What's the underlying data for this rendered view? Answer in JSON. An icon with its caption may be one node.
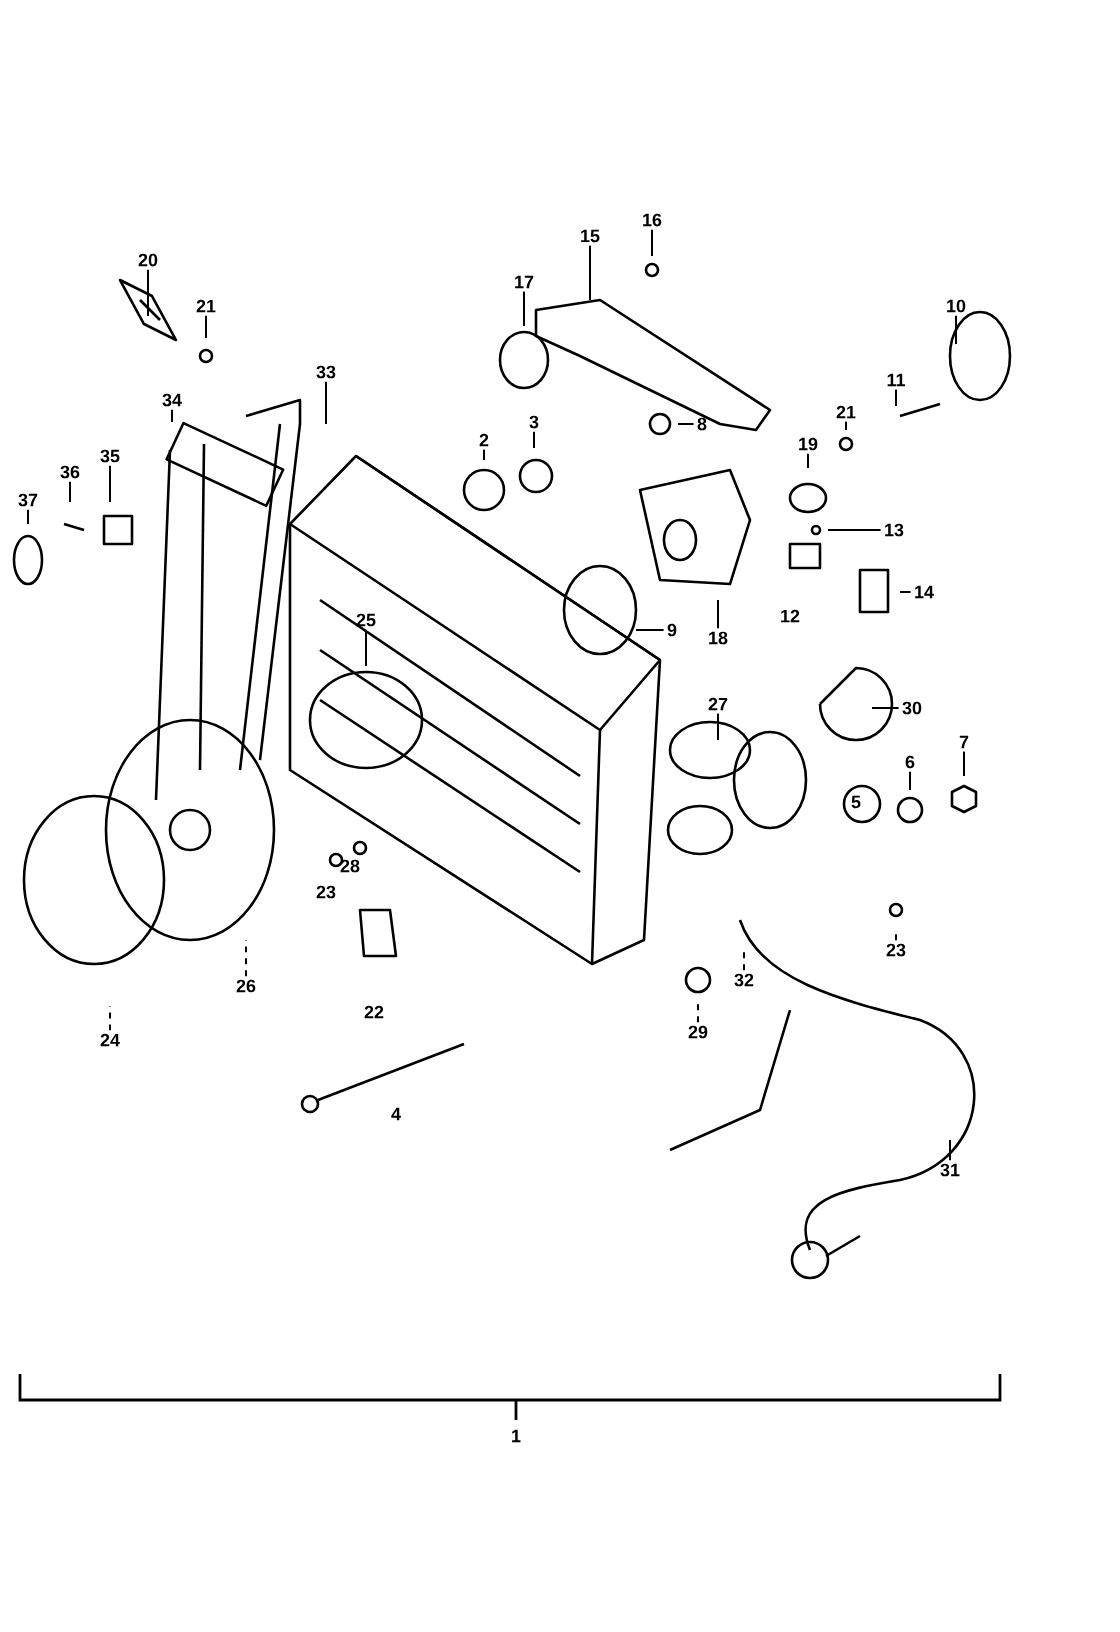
{
  "diagram": {
    "nodes": [
      {
        "text": [
          "20"
        ]
      },
      {
        "text": [
          "21"
        ]
      },
      {
        "text": [
          "33"
        ]
      },
      {
        "text": [
          "34"
        ]
      },
      {
        "text": [
          "35"
        ]
      },
      {
        "text": [
          "36"
        ]
      },
      {
        "text": [
          "37"
        ]
      },
      {
        "text": [
          "17"
        ]
      },
      {
        "text": [
          "15"
        ]
      },
      {
        "text": [
          "16"
        ]
      },
      {
        "text": [
          "10"
        ]
      },
      {
        "text": [
          "11"
        ]
      },
      {
        "text": [
          "21"
        ]
      },
      {
        "text": [
          "19"
        ]
      },
      {
        "text": [
          "2"
        ]
      },
      {
        "text": [
          "3"
        ]
      },
      {
        "text": [
          "8"
        ]
      },
      {
        "text": [
          "13"
        ]
      },
      {
        "text": [
          "14"
        ]
      },
      {
        "text": [
          "9"
        ]
      },
      {
        "text": [
          "18"
        ]
      },
      {
        "text": [
          "25"
        ]
      },
      {
        "text": [
          "30"
        ]
      },
      {
        "text": [
          "27"
        ]
      },
      {
        "text": [
          "6"
        ]
      },
      {
        "text": [
          "7"
        ]
      },
      {
        "text": [
          "26"
        ]
      },
      {
        "text": [
          "24"
        ]
      },
      {
        "text": [
          "23"
        ]
      },
      {
        "text": [
          "32"
        ]
      },
      {
        "text": [
          "29"
        ]
      },
      {
        "text": [
          "31"
        ]
      }
    ],
    "edges": [
      {
        "from": 0,
        "to": null,
        "arrow": "none"
      },
      {
        "from": 1,
        "to": null,
        "arrow": "none"
      },
      {
        "from": 2,
        "to": null,
        "arrow": "none"
      },
      {
        "from": 3,
        "to": null,
        "arrow": "none"
      },
      {
        "from": 4,
        "to": null,
        "arrow": "none"
      },
      {
        "from": 5,
        "to": null,
        "arrow": "none"
      },
      {
        "from": 6,
        "to": null,
        "arrow": "none"
      },
      {
        "from": 7,
        "to": null,
        "arrow": "none"
      },
      {
        "from": 8,
        "to": null,
        "arrow": "none"
      },
      {
        "from": 9,
        "to": null,
        "arrow": "none"
      },
      {
        "from": 10,
        "to": null,
        "arrow": "none"
      },
      {
        "from": 11,
        "to": null,
        "arrow": "none"
      },
      {
        "from": 12,
        "to": null,
        "arrow": "none"
      },
      {
        "from": 13,
        "to": null,
        "arrow": "none"
      },
      {
        "from": 14,
        "to": null,
        "arrow": "none"
      },
      {
        "from": 15,
        "to": null,
        "arrow": "none"
      },
      {
        "from": 16,
        "to": null,
        "arrow": "none"
      },
      {
        "from": 17,
        "to": null,
        "arrow": "none"
      },
      {
        "from": 18,
        "to": null,
        "arrow": "none"
      },
      {
        "from": 19,
        "to": null,
        "arrow": "none"
      },
      {
        "from": 20,
        "to": null,
        "arrow": "none"
      },
      {
        "from": 21,
        "to": null,
        "arrow": "none"
      },
      {
        "from": 22,
        "to": null,
        "arrow": "none"
      },
      {
        "from": 23,
        "to": null,
        "arrow": "none"
      },
      {
        "from": 24,
        "to": null,
        "arrow": "none"
      },
      {
        "from": 25,
        "to": null,
        "arrow": "none"
      },
      {
        "from": 26,
        "to": null,
        "arrow": "none",
        "style": "dashed"
      },
      {
        "from": 27,
        "to": null,
        "arrow": "none",
        "style": "dashed"
      },
      {
        "from": 28,
        "to": null,
        "arrow": "none",
        "style": "dashed"
      },
      {
        "from": 29,
        "to": null,
        "arrow": "none",
        "style": "dashed"
      },
      {
        "from": 30,
        "to": null,
        "arrow": "none",
        "style": "dashed"
      },
      {
        "from": 31,
        "to": null,
        "arrow": "none"
      }
    ],
    "labels": [
      "12",
      "5",
      "28",
      "23",
      "22",
      "4",
      "1"
    ]
  }
}
